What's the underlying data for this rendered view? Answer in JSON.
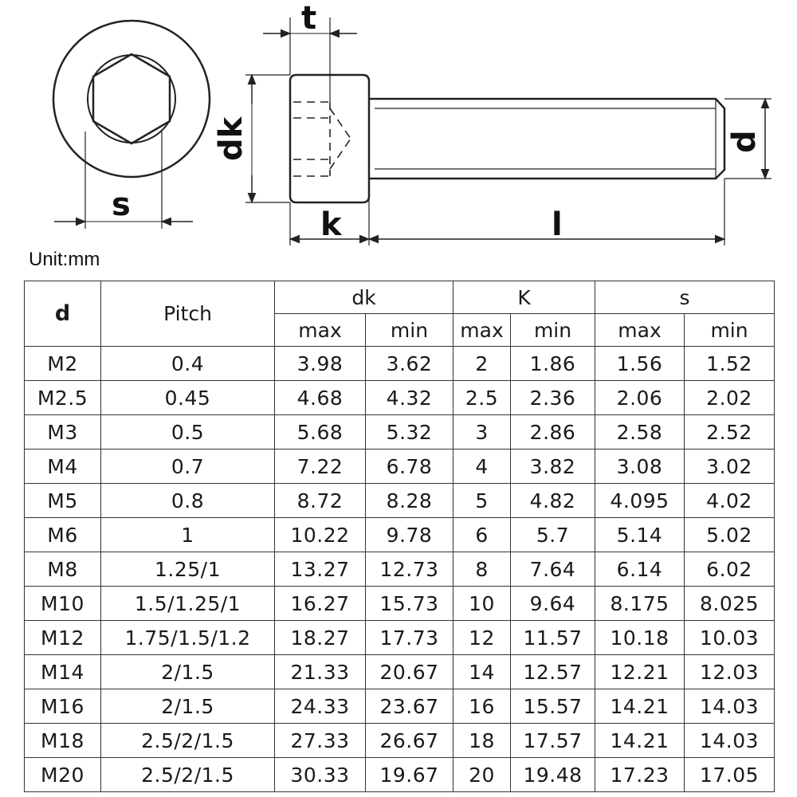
{
  "drawing": {
    "labels": {
      "t": "t",
      "s": "s",
      "dk": "dk",
      "k": "k",
      "l": "l",
      "d": "d"
    }
  },
  "unit_label": "Unit:mm",
  "table": {
    "headers": {
      "d": "d",
      "pitch": "Pitch",
      "groups": [
        "dk",
        "K",
        "s"
      ],
      "sub": [
        "max",
        "min",
        "max",
        "min",
        "max",
        "min"
      ]
    },
    "rows": [
      [
        "M2",
        "0.4",
        "3.98",
        "3.62",
        "2",
        "1.86",
        "1.56",
        "1.52"
      ],
      [
        "M2.5",
        "0.45",
        "4.68",
        "4.32",
        "2.5",
        "2.36",
        "2.06",
        "2.02"
      ],
      [
        "M3",
        "0.5",
        "5.68",
        "5.32",
        "3",
        "2.86",
        "2.58",
        "2.52"
      ],
      [
        "M4",
        "0.7",
        "7.22",
        "6.78",
        "4",
        "3.82",
        "3.08",
        "3.02"
      ],
      [
        "M5",
        "0.8",
        "8.72",
        "8.28",
        "5",
        "4.82",
        "4.095",
        "4.02"
      ],
      [
        "M6",
        "1",
        "10.22",
        "9.78",
        "6",
        "5.7",
        "5.14",
        "5.02"
      ],
      [
        "M8",
        "1.25/1",
        "13.27",
        "12.73",
        "8",
        "7.64",
        "6.14",
        "6.02"
      ],
      [
        "M10",
        "1.5/1.25/1",
        "16.27",
        "15.73",
        "10",
        "9.64",
        "8.175",
        "8.025"
      ],
      [
        "M12",
        "1.75/1.5/1.2",
        "18.27",
        "17.73",
        "12",
        "11.57",
        "10.18",
        "10.03"
      ],
      [
        "M14",
        "2/1.5",
        "21.33",
        "20.67",
        "14",
        "12.57",
        "12.21",
        "12.03"
      ],
      [
        "M16",
        "2/1.5",
        "24.33",
        "23.67",
        "16",
        "15.57",
        "14.21",
        "14.03"
      ],
      [
        "M18",
        "2.5/2/1.5",
        "27.33",
        "26.67",
        "18",
        "17.57",
        "14.21",
        "14.03"
      ],
      [
        "M20",
        "2.5/2/1.5",
        "30.33",
        "19.67",
        "20",
        "19.48",
        "17.23",
        "17.05"
      ]
    ]
  }
}
